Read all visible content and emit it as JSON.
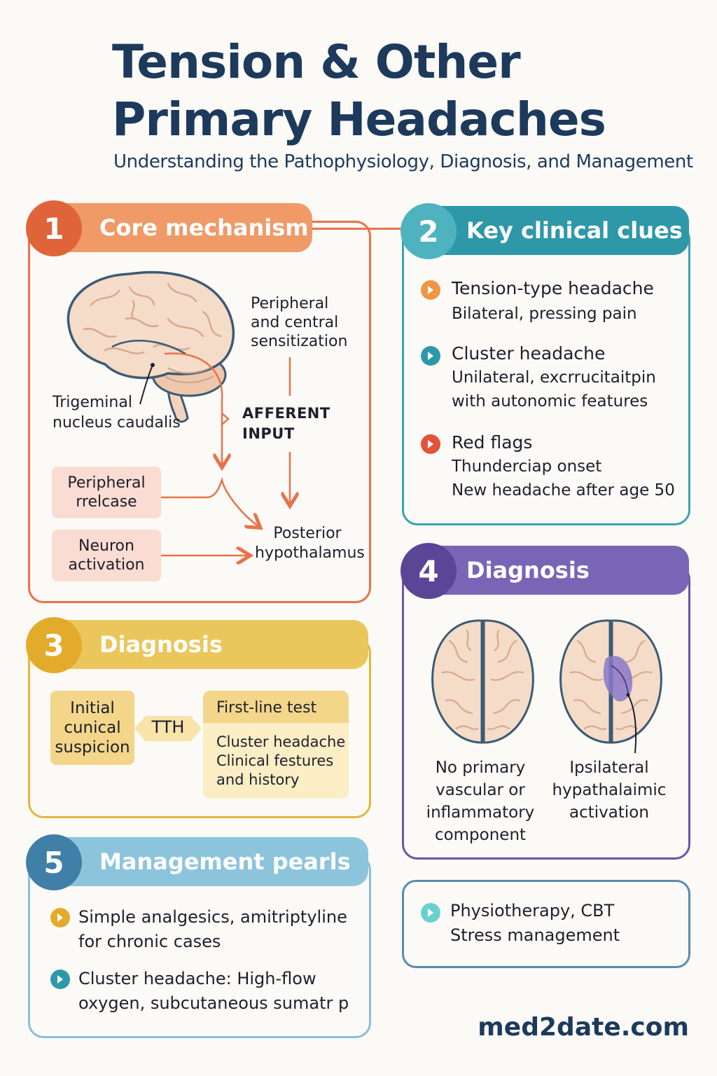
{
  "header": {
    "title_line1": "Tension & Other",
    "title_line2": "Primary Headaches",
    "subtitle": "Understanding the Pathophysiology, Diagnosis, and Management"
  },
  "colors": {
    "orange": "#e8734a",
    "teal": "#2e98a8",
    "yellow": "#e6b53e",
    "purple": "#6a56a8",
    "blue": "#5a9ec0",
    "navy": "#1d3a5c"
  },
  "section1": {
    "number": "1",
    "heading": "Core mechanism",
    "label_sensitization": [
      "Peripheral",
      "and central",
      "sensitization"
    ],
    "label_trigeminal": [
      "Trigeminal",
      "nucleus caudalis"
    ],
    "label_afferent": [
      "AFFERENT",
      "INPUT"
    ],
    "box_release": [
      "Peripheral",
      "rrelcase"
    ],
    "box_neuron": [
      "Neuron",
      "activation"
    ],
    "label_hypothalamus": [
      "Posterior",
      "hypothalamus"
    ]
  },
  "section2": {
    "number": "2",
    "heading": "Key clinical clues",
    "items": [
      {
        "title": "Tension-type headache",
        "lines": [
          "Bilateral, pressing pain"
        ]
      },
      {
        "title": "Cluster headache",
        "lines": [
          "Unilateral, excrrucitaitpin",
          "with autonomic features"
        ]
      },
      {
        "title": "Red flags",
        "lines": [
          "Thunderciap onset",
          "New headache after age 50"
        ]
      }
    ]
  },
  "section3": {
    "number": "3",
    "heading": "Diagnosis",
    "box_initial": [
      "Initial",
      "cunical",
      "suspicion"
    ],
    "tag": "TTH",
    "box_first_title": "First-line test",
    "box_first_lines": [
      "Cluster headache",
      "Clinical festures",
      "and history"
    ]
  },
  "section4": {
    "number": "4",
    "heading": "Diagnosis",
    "left_caption": [
      "No primary",
      "vascular or",
      "inflammatory",
      "component"
    ],
    "right_caption": [
      "Ipsilateral",
      "hypathalaimic",
      "activation"
    ]
  },
  "section5": {
    "number": "5",
    "heading": "Management pearls",
    "items": [
      {
        "lines": [
          "Simple analgesics, amitriptyline",
          "for chronic cases"
        ]
      },
      {
        "lines": [
          "Cluster headache: High-flow",
          "oxygen, subcutaneous sumatr p"
        ]
      }
    ]
  },
  "side_note": {
    "lines": [
      "Physiotherapy, CBT",
      "Stress management"
    ]
  },
  "footer": {
    "site": "med2date.com"
  }
}
